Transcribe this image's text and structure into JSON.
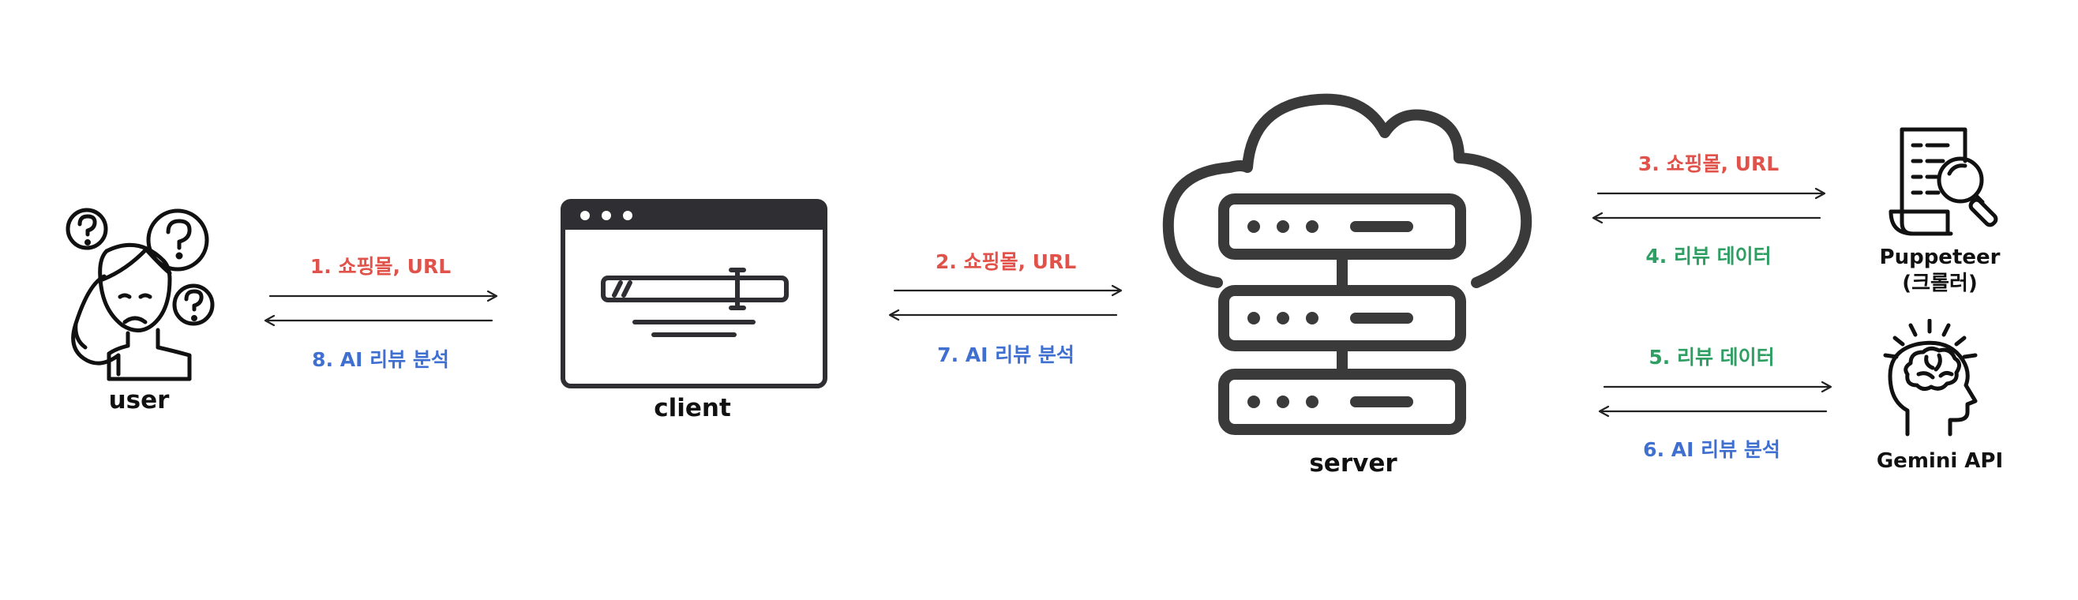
{
  "colors": {
    "request": "#e0524a",
    "response": "#3f6fd1",
    "review_data": "#2f9e63",
    "icon_stroke": "#2f2f33"
  },
  "nodes": {
    "user": {
      "label": "user",
      "icon": "confused-person-icon"
    },
    "client": {
      "label": "client",
      "icon": "browser-window-icon"
    },
    "server": {
      "label": "server",
      "icon": "cloud-server-icon"
    },
    "puppeteer": {
      "label_line1": "Puppeteer",
      "label_line2": "(크롤러)",
      "icon": "document-search-icon"
    },
    "gemini": {
      "label": "Gemini API",
      "icon": "brain-head-icon"
    }
  },
  "steps": {
    "s1": "1. 쇼핑몰, URL",
    "s2": "2. 쇼핑몰, URL",
    "s3": "3. 쇼핑몰, URL",
    "s4": "4. 리뷰 데이터",
    "s5": "5. 리뷰 데이터",
    "s6": "6. AI 리뷰 분석",
    "s7": "7. AI 리뷰 분석",
    "s8": "8. AI 리뷰 분석"
  }
}
